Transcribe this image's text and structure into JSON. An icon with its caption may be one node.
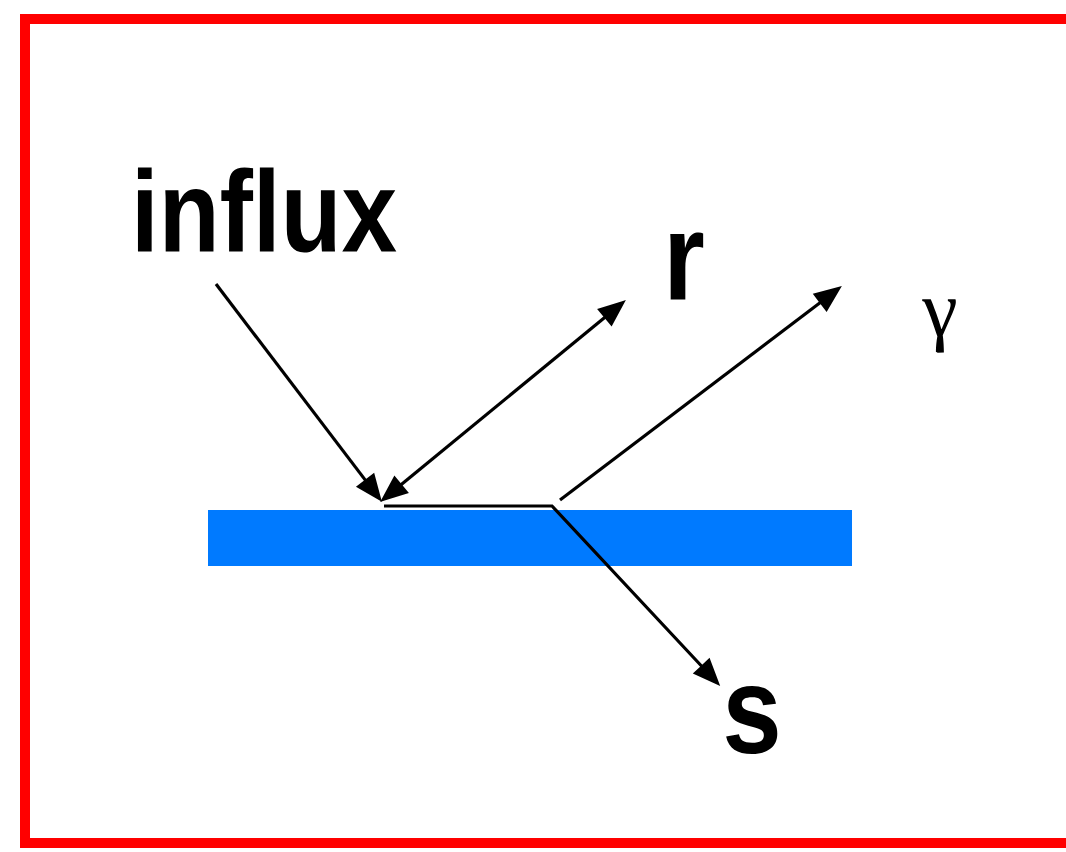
{
  "diagram": {
    "nodes": [
      {
        "text": [
          "influx"
        ]
      },
      {
        "text": [
          "r"
        ]
      },
      {
        "text": [
          "γ"
        ]
      },
      {
        "text": [
          "s"
        ]
      },
      {
        "text": [],
        "shape": "bar"
      }
    ],
    "edges": [
      {
        "from": 0,
        "to": 4,
        "arrow": "to"
      },
      {
        "from": 4,
        "to": 1,
        "arrow": "both"
      },
      {
        "from": 4,
        "to": 2,
        "arrow": "to"
      },
      {
        "from": 4,
        "to": 3,
        "arrow": "to"
      }
    ]
  }
}
